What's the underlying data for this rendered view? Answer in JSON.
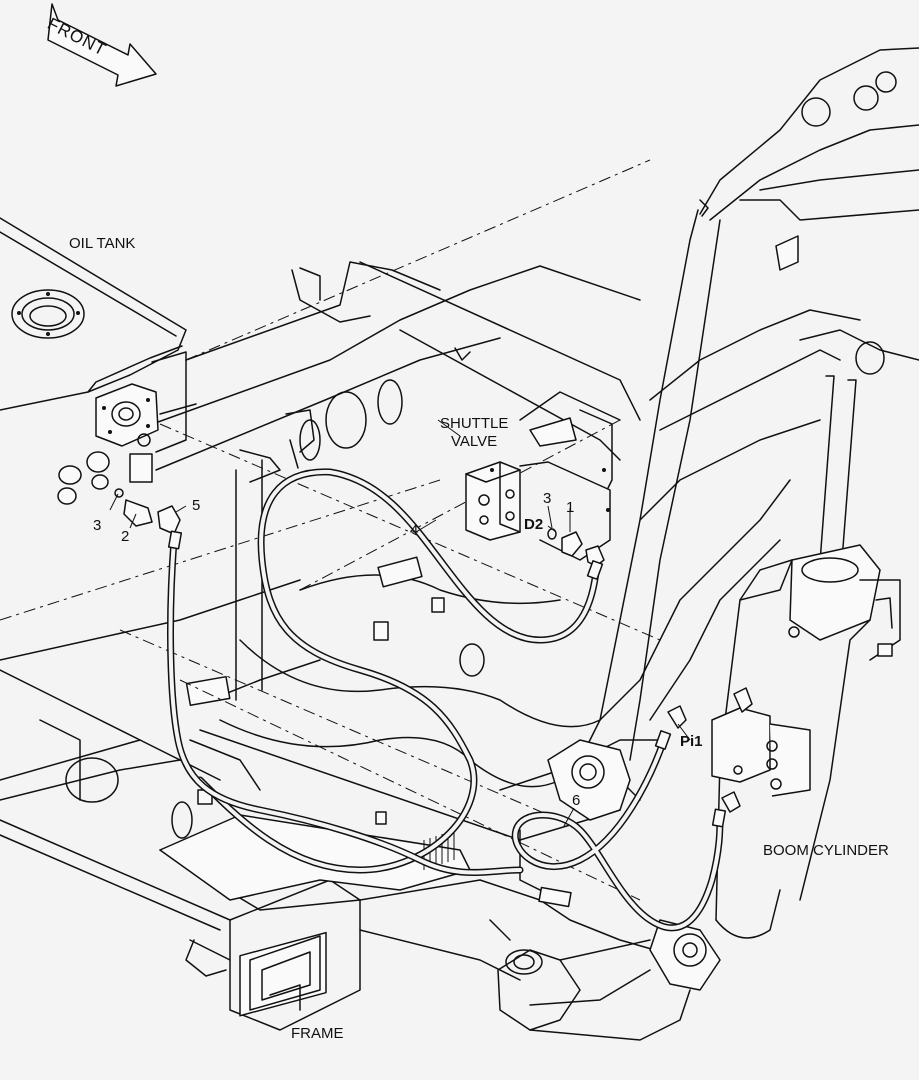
{
  "arrow_label": "FRONT",
  "labels": {
    "oil_tank": "OIL TANK",
    "shuttle_valve_line1": "SHUTTLE",
    "shuttle_valve_line2": "VALVE",
    "boom_cylinder": "BOOM CYLINDER",
    "frame": "FRAME"
  },
  "ports": {
    "d2": "D2",
    "pi1": "Pi1"
  },
  "callouts": {
    "c1": "1",
    "c2": "2",
    "c3_left": "3",
    "c3_right": "3",
    "c4": "4",
    "c5": "5",
    "c6": "6"
  }
}
